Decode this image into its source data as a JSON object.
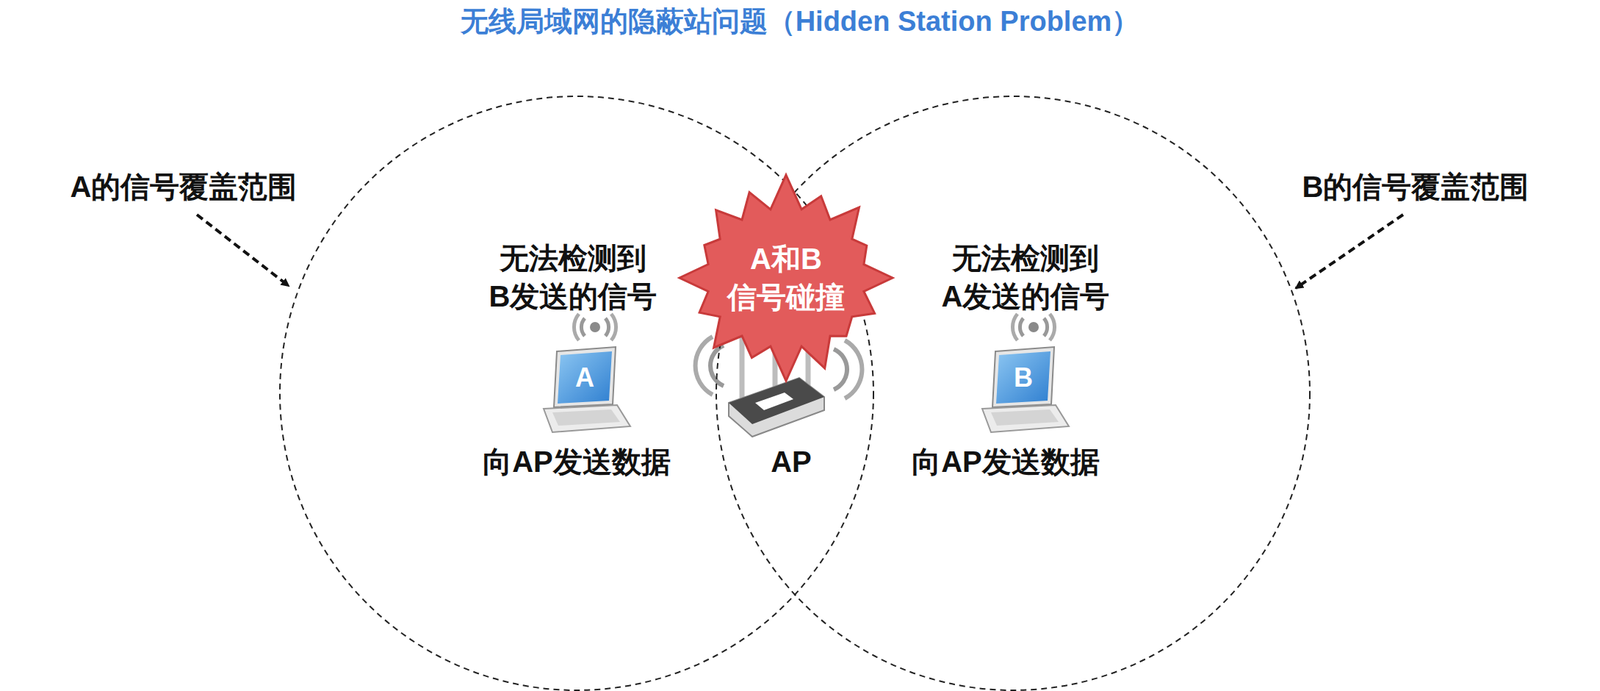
{
  "diagram": {
    "title": "无线局域网的隐蔽站问题（Hidden Station Problem）",
    "nodes": [
      {
        "text": [
          "无法检测到 B发送的信号",
          "向AP发送数据"
        ]
      },
      {
        "text": [
          "A和B 信号碰撞"
        ]
      },
      {
        "text": [
          "无法检测到 A发送的信号",
          "向AP发送数据"
        ]
      }
    ],
    "labels": [
      "A的信号覆盖范围",
      "B的信号覆盖范围",
      "A",
      "AP",
      "B"
    ]
  }
}
